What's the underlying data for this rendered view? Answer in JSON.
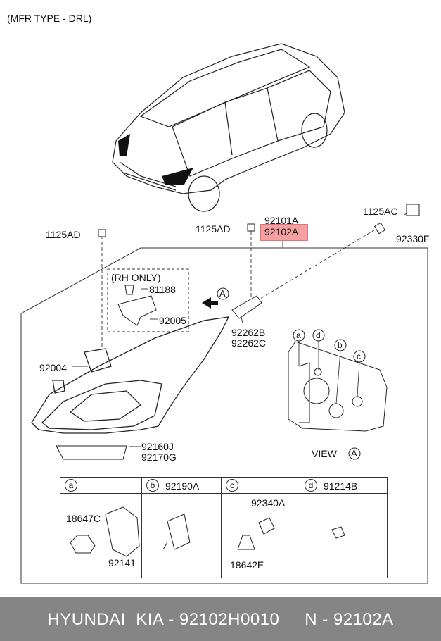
{
  "header": {
    "note": "(MFR TYPE - DRL)"
  },
  "parts": {
    "p1125ad_left": "1125AD",
    "p1125ad_mid": "1125AD",
    "p92101a": "92101A",
    "p92102a": "92102A",
    "p1125ac": "1125AC",
    "p92330f": "92330F",
    "rh_only": "(RH ONLY)",
    "p81188": "81188",
    "p92005": "92005",
    "p92004": "92004",
    "p92262b": "92262B",
    "p92262c": "92262C",
    "p92160j": "92160J",
    "p92170g": "92170G",
    "view_label": "VIEW",
    "view_a": "A",
    "arrow_a": "A",
    "callout_a": "a",
    "callout_b": "b",
    "callout_c": "c",
    "callout_d": "d"
  },
  "table": {
    "cols": [
      {
        "letter": "a",
        "title": "",
        "parts": [
          "18647C",
          "92141"
        ]
      },
      {
        "letter": "b",
        "title": "92190A",
        "parts": []
      },
      {
        "letter": "c",
        "title": "",
        "parts": [
          "92340A",
          "18642E"
        ]
      },
      {
        "letter": "d",
        "title": "91214B",
        "parts": []
      }
    ]
  },
  "footer": {
    "text": "HYUNDAI  KIA - 92102H0010     N - 92102A"
  },
  "colors": {
    "highlight": "#f4a0a0",
    "footer_bg": "#858585"
  }
}
